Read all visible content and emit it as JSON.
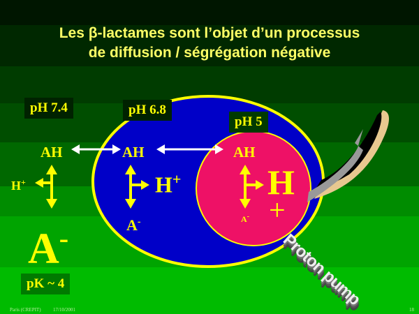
{
  "title": {
    "line1": "Les β-lactames sont l’objet d’un processus",
    "line2": "de diffusion / ségrégation négative"
  },
  "compartments": {
    "outside_ph": "pH 7.4",
    "cytoplasm_ph": "pH 6.8",
    "vacuole_ph": "pH 5"
  },
  "species": {
    "ah": "AH",
    "h": "H",
    "plus": "+",
    "a": "A",
    "minus": "-"
  },
  "pk": "pK ~ 4",
  "pump_label": "Proton pump",
  "footer": {
    "source": "Paris (CREPIT)",
    "date": "17/10/2001",
    "page": "18"
  },
  "colors": {
    "text": "#ffff00",
    "cell": "#0000c8",
    "vacuole": "#ee1166",
    "membrane": "#ffff00"
  }
}
